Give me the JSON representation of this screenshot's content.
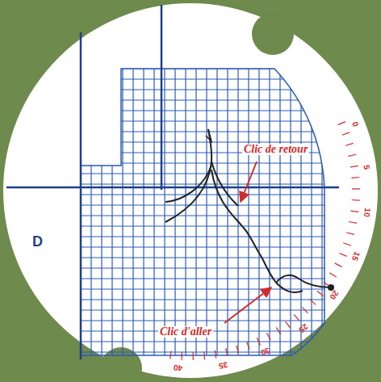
{
  "diagram": {
    "labels": [
      "D",
      "Clic de retour",
      "Clic d'aller",
      "0",
      "5",
      "10",
      "15",
      "20",
      "25",
      "30",
      "35",
      "40"
    ]
  }
}
